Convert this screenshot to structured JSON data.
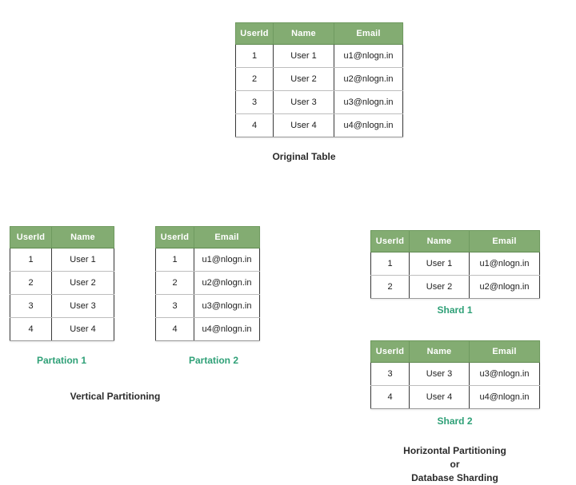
{
  "colors": {
    "header_green": "#83ac72",
    "header_border": "#6f9a5f",
    "caption_green": "#2fa077",
    "caption_dark": "#2b2b2b",
    "cell_border": "#3a3a3a",
    "background": "#ffffff"
  },
  "columns": {
    "userid": "UserId",
    "name": "Name",
    "email": "Email"
  },
  "original": {
    "caption": "Original Table",
    "headers": [
      "UserId",
      "Name",
      "Email"
    ],
    "rows": [
      [
        "1",
        "User 1",
        "u1@nlogn.in"
      ],
      [
        "2",
        "User 2",
        "u2@nlogn.in"
      ],
      [
        "3",
        "User 3",
        "u3@nlogn.in"
      ],
      [
        "4",
        "User 4",
        "u4@nlogn.in"
      ]
    ]
  },
  "vertical": {
    "section_caption": "Vertical Partitioning",
    "partitions": [
      {
        "caption": "Partation 1",
        "headers": [
          "UserId",
          "Name"
        ],
        "rows": [
          [
            "1",
            "User 1"
          ],
          [
            "2",
            "User 2"
          ],
          [
            "3",
            "User 3"
          ],
          [
            "4",
            "User 4"
          ]
        ]
      },
      {
        "caption": "Partation 2",
        "headers": [
          "UserId",
          "Email"
        ],
        "rows": [
          [
            "1",
            "u1@nlogn.in"
          ],
          [
            "2",
            "u2@nlogn.in"
          ],
          [
            "3",
            "u3@nlogn.in"
          ],
          [
            "4",
            "u4@nlogn.in"
          ]
        ]
      }
    ]
  },
  "horizontal": {
    "section_caption": "Horizontal Partitioning\nor\nDatabase Sharding",
    "shards": [
      {
        "caption": "Shard 1",
        "headers": [
          "UserId",
          "Name",
          "Email"
        ],
        "rows": [
          [
            "1",
            "User 1",
            "u1@nlogn.in"
          ],
          [
            "2",
            "User 2",
            "u2@nlogn.in"
          ]
        ]
      },
      {
        "caption": "Shard 2",
        "headers": [
          "UserId",
          "Name",
          "Email"
        ],
        "rows": [
          [
            "3",
            "User 3",
            "u3@nlogn.in"
          ],
          [
            "4",
            "User 4",
            "u4@nlogn.in"
          ]
        ]
      }
    ]
  }
}
